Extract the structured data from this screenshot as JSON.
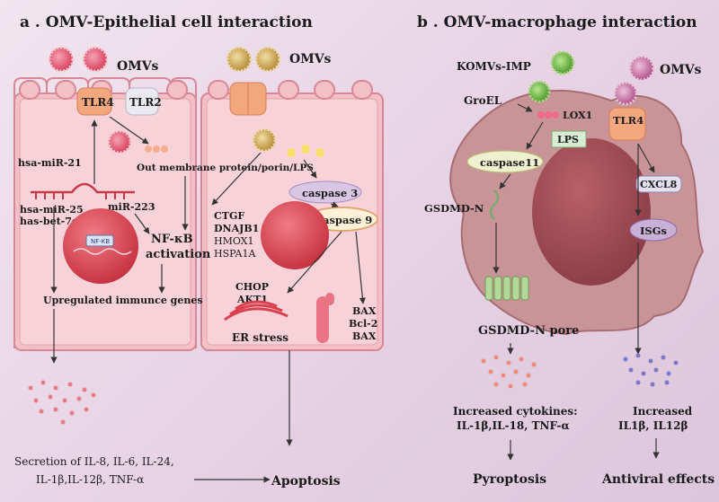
{
  "panel_a": {
    "title": "a . OMV-Epithelial cell interaction",
    "omvs_left": "OMVs",
    "omvs_right": "OMVs",
    "tlr4": "TLR4",
    "tlr2": "TLR2",
    "hsa_mir_21": "hsa-miR-21",
    "hsa_mir_25": "hsa-miR-25",
    "has_bet_7g": "has-bet-7g",
    "mir_223": "miR-223",
    "outer_membrane": "Out membrane protein/porin/LPS",
    "nfkb_box": "NF-KB",
    "nfkb_activation_1": "NF-κB",
    "nfkb_activation_2": "activation",
    "upregulated": "Upregulated immunce genes",
    "ctgf": "CTGF",
    "dnajb1": "DNAJB1",
    "hmox1": "HMOX1",
    "hspa1a": "HSPA1A",
    "caspase3": "caspase 3",
    "caspase9": "caspase 9",
    "chop": "CHOP",
    "akt1": "AKT1",
    "er_stress": "ER stress",
    "bax1": "BAX",
    "bcl2": "Bcl-2",
    "bax2": "BAX",
    "secretion_1": "Secretion of IL-8, IL-6, IL-24,",
    "secretion_2": "IL-1β,IL-12β, TNF-α",
    "apoptosis": "Apoptosis"
  },
  "panel_b": {
    "title": "b . OMV-macrophage interaction",
    "komvs": "KOMVs-IMP",
    "groel": "GroEL",
    "lox1": "LOX1",
    "lps": "LPS",
    "caspase11": "caspase11",
    "gsdmd_n": "GSDMD-N",
    "omvs": "OMVs",
    "tlr4": "TLR4",
    "cxcl8": "CXCL8",
    "isgs": "ISGs",
    "gsdmd_pore": "GSDMD-N pore",
    "cyto_1": "Increased cytokines:",
    "cyto_2": "IL-1β,IL-18, TNF-α",
    "inc_1": "Increased",
    "inc_2": "IL1β, IL12β",
    "pyroptosis": "Pyroptosis",
    "antiviral": "Antiviral effects"
  },
  "colors": {
    "cell_fill": "#f3c0c8",
    "cell_edge": "#d98796",
    "nucleus": "#d9414f",
    "macrophage": "#c99497",
    "macro_nucleus": "#9e4a52",
    "receptor": "#f2a77e",
    "caspase_fill": "#d8c7e4",
    "isgs_fill": "#c9b0d6"
  }
}
